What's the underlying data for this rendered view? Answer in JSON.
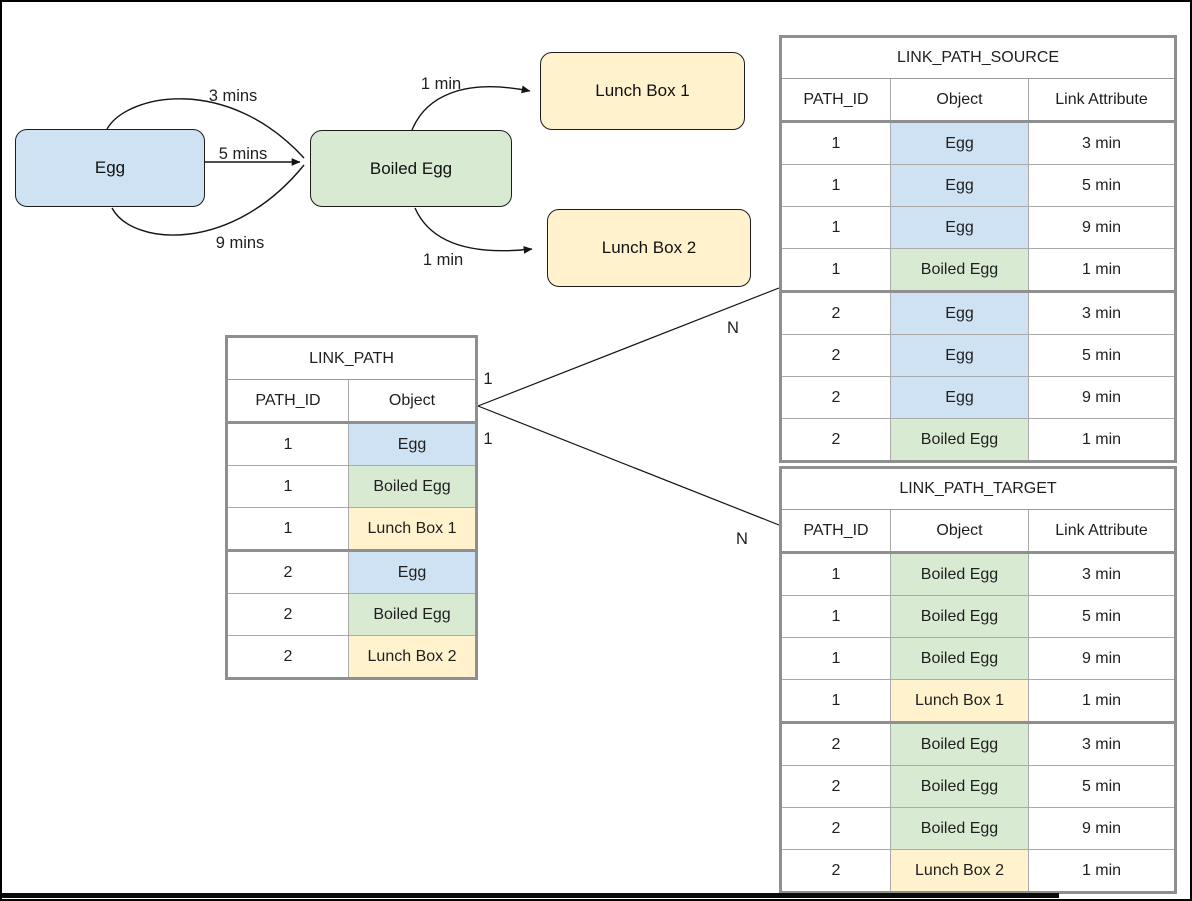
{
  "colors": {
    "egg_blue": "#cfe2f3",
    "boiled_green": "#d9ead3",
    "lunch_yellow": "#fff2cc",
    "table_border_gray": "#8f8f8f",
    "line_black": "#141414"
  },
  "object_colors": {
    "Egg": "#cfe2f3",
    "Boiled Egg": "#d9ead3",
    "Lunch Box 1": "#fff2cc",
    "Lunch Box 2": "#fff2cc"
  },
  "flow": {
    "nodes": {
      "egg": {
        "label": "Egg",
        "color": "#cfe2f3"
      },
      "boiled_egg": {
        "label": "Boiled Egg",
        "color": "#d9ead3"
      },
      "lunch_box_1": {
        "label": "Lunch Box 1",
        "color": "#fff2cc"
      },
      "lunch_box_2": {
        "label": "Lunch Box 2",
        "color": "#fff2cc"
      }
    },
    "edge_labels": {
      "egg_to_boiled_3": "3 mins",
      "egg_to_boiled_5": "5 mins",
      "egg_to_boiled_9": "9 mins",
      "boiled_to_lb1": "1 min",
      "boiled_to_lb2": "1 min"
    }
  },
  "relationships": {
    "source_one": "1",
    "source_n": "N",
    "target_one": "1",
    "target_n": "N"
  },
  "tables": {
    "link_path": {
      "title": "LINK_PATH",
      "columns": [
        "PATH_ID",
        "Object"
      ],
      "color_col": 1,
      "thick_after": [
        2
      ],
      "rows": [
        [
          "1",
          "Egg"
        ],
        [
          "1",
          "Boiled Egg"
        ],
        [
          "1",
          "Lunch Box 1"
        ],
        [
          "2",
          "Egg"
        ],
        [
          "2",
          "Boiled Egg"
        ],
        [
          "2",
          "Lunch Box 2"
        ]
      ]
    },
    "link_path_source": {
      "title": "LINK_PATH_SOURCE",
      "columns": [
        "PATH_ID",
        "Object",
        "Link Attribute"
      ],
      "color_col": 1,
      "thick_after": [
        3
      ],
      "rows": [
        [
          "1",
          "Egg",
          "3 min"
        ],
        [
          "1",
          "Egg",
          "5 min"
        ],
        [
          "1",
          "Egg",
          "9 min"
        ],
        [
          "1",
          "Boiled Egg",
          "1 min"
        ],
        [
          "2",
          "Egg",
          "3 min"
        ],
        [
          "2",
          "Egg",
          "5 min"
        ],
        [
          "2",
          "Egg",
          "9 min"
        ],
        [
          "2",
          "Boiled Egg",
          "1 min"
        ]
      ]
    },
    "link_path_target": {
      "title": "LINK_PATH_TARGET",
      "columns": [
        "PATH_ID",
        "Object",
        "Link Attribute"
      ],
      "color_col": 1,
      "thick_after": [
        3
      ],
      "rows": [
        [
          "1",
          "Boiled Egg",
          "3 min"
        ],
        [
          "1",
          "Boiled Egg",
          "5 min"
        ],
        [
          "1",
          "Boiled Egg",
          "9 min"
        ],
        [
          "1",
          "Lunch Box 1",
          "1 min"
        ],
        [
          "2",
          "Boiled Egg",
          "3 min"
        ],
        [
          "2",
          "Boiled Egg",
          "5 min"
        ],
        [
          "2",
          "Boiled Egg",
          "9 min"
        ],
        [
          "2",
          "Lunch Box 2",
          "1 min"
        ]
      ]
    }
  }
}
